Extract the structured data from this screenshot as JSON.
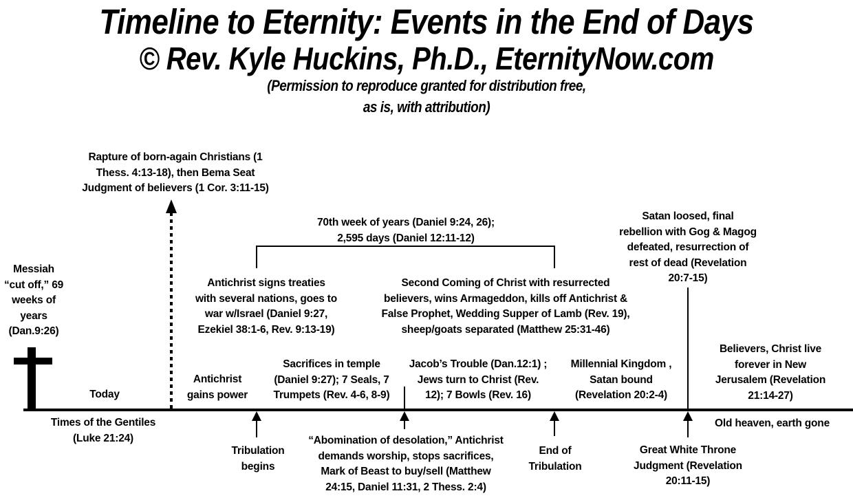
{
  "header": {
    "title": "Timeline to Eternity: Events in the End of Days",
    "subtitle": "© Rev. Kyle Huckins, Ph.D., EternityNow.com",
    "permission_line1": "(Permission to reproduce granted for distribution free,",
    "permission_line2": "as is, with attribution)"
  },
  "above_line": {
    "messiah": [
      "Messiah",
      "“cut off,” 69",
      "weeks of",
      "years",
      "(Dan.9:26)"
    ],
    "rapture": [
      "Rapture of born-again Christians (1",
      "Thess. 4:13-18), then Bema Seat",
      "Judgment of believers (1 Cor. 3:11-15)"
    ],
    "seventieth_week": [
      "70th week of years  (Daniel 9:24, 26);",
      "2,595 days (Daniel 12:11-12)"
    ],
    "satan_loosed": [
      "Satan loosed, final",
      "rebellion with Gog & Magog",
      "defeated, resurrection of",
      "rest of dead (Revelation",
      "20:7-15)"
    ],
    "treaties": [
      "Antichrist signs treaties",
      "with several nations, goes to",
      "war w/Israel (Daniel 9:27,",
      "Ezekiel 38:1-6, Rev. 9:13-19)"
    ],
    "second_coming": [
      "Second Coming of Christ with resurrected",
      "believers, wins Armageddon, kills off Antichrist &",
      "False Prophet, Wedding Supper of Lamb (Rev. 19),",
      "sheep/goats separated (Matthew 25:31-46)"
    ],
    "today": "Today",
    "antichrist_power": [
      "Antichrist",
      "gains power"
    ],
    "sacrifices": [
      "Sacrifices in temple",
      "(Daniel 9:27); 7 Seals, 7",
      "Trumpets (Rev. 4-6, 8-9)"
    ],
    "jacobs_trouble": [
      "Jacob’s Trouble (Dan.12:1) ;",
      "Jews turn to Christ (Rev.",
      "12); 7 Bowls (Rev. 16)"
    ],
    "millennial": [
      "Millennial Kingdom ,",
      "Satan bound",
      "(Revelation 20:2-4)"
    ],
    "new_jerusalem": [
      "Believers, Christ live",
      "forever in New",
      "Jerusalem (Revelation",
      "21:14-27)"
    ]
  },
  "below_line": {
    "gentiles": [
      "Times of the Gentiles",
      "(Luke 21:24)"
    ],
    "tribulation_begins": [
      "Tribulation",
      "begins"
    ],
    "abomination": [
      "“Abomination of desolation,” Antichrist",
      "demands worship, stops sacrifices,",
      "Mark of Beast to buy/sell (Matthew",
      "24:15, Daniel 11:31, 2 Thess. 2:4)"
    ],
    "end_tribulation": [
      "End of",
      "Tribulation"
    ],
    "great_white_throne": [
      "Great White Throne",
      "Judgment (Revelation",
      "20:11-15)"
    ],
    "old_heaven": "Old heaven, earth gone"
  }
}
